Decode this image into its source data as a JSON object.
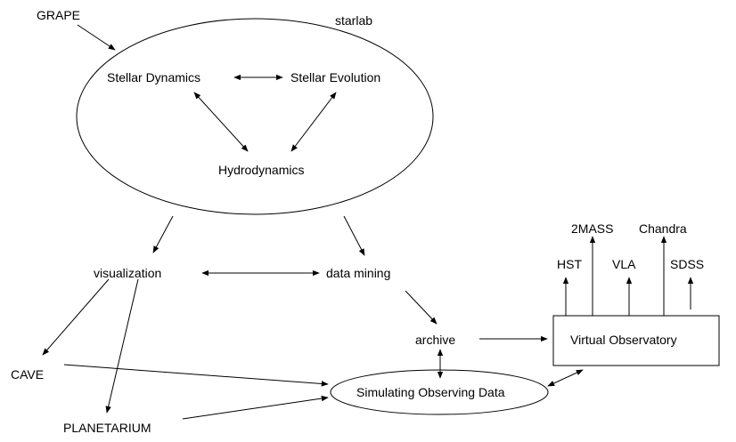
{
  "nodes": {
    "grape": "GRAPE",
    "starlab": "starlab",
    "stellar_dynamics": "Stellar Dynamics",
    "stellar_evolution": "Stellar Evolution",
    "hydrodynamics": "Hydrodynamics",
    "visualization": "visualization",
    "data_mining": "data mining",
    "archive": "archive",
    "cave": "CAVE",
    "planetarium": "PLANETARIUM",
    "simulating_observing_data": "Simulating Observing Data",
    "virtual_observatory": "Virtual Observatory",
    "hst": "HST",
    "vla": "VLA",
    "sdss": "SDSS",
    "twomass": "2MASS",
    "chandra": "Chandra"
  },
  "colors": {
    "stroke": "#000000",
    "background": "#ffffff",
    "text": "#000000"
  }
}
